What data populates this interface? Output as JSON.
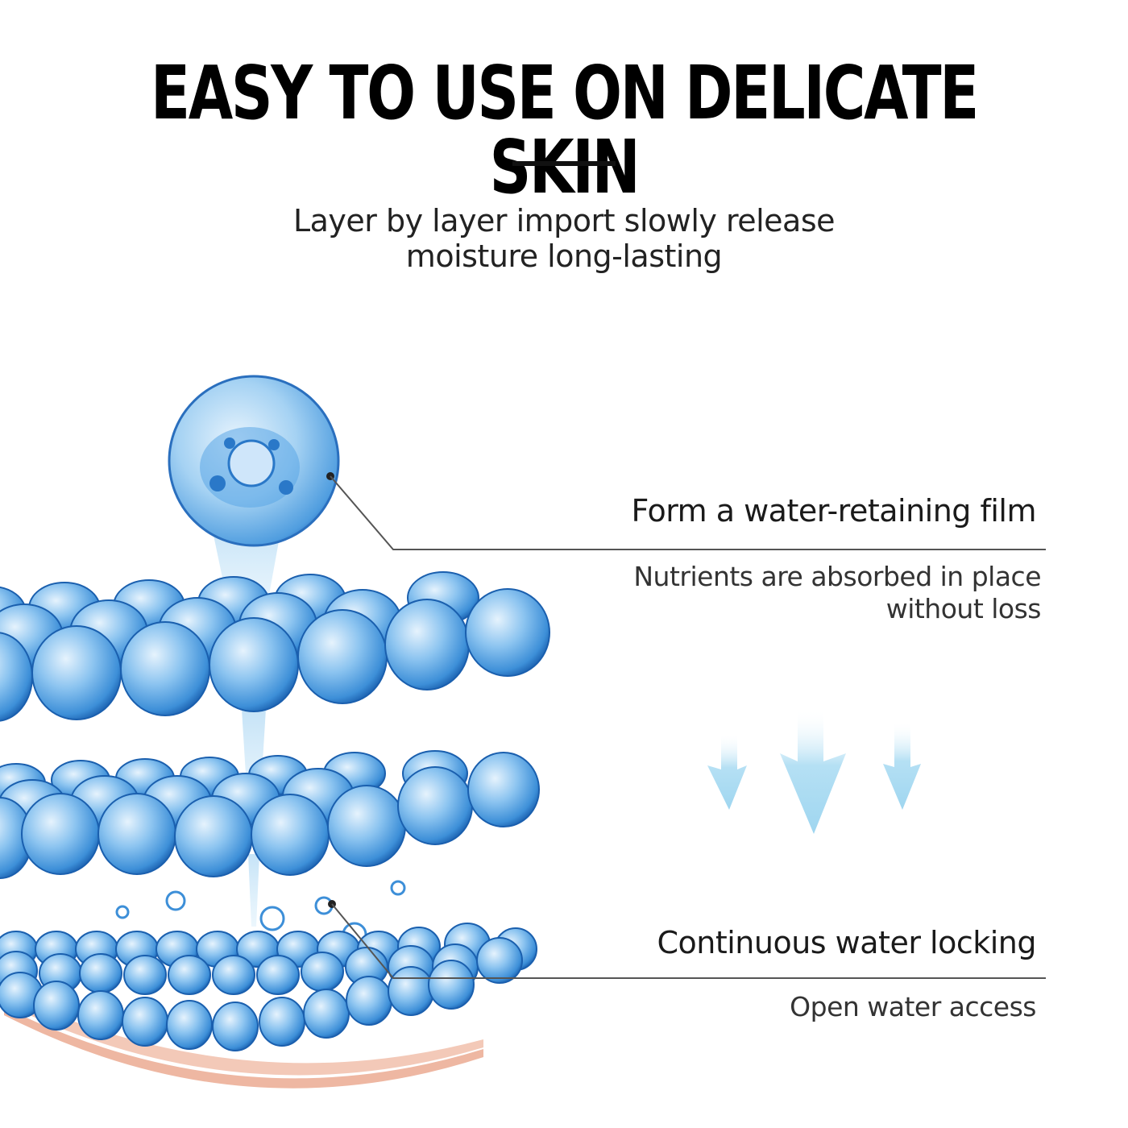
{
  "headline": "EASY TO USE ON DELICATE SKIN",
  "subtitle": {
    "line1": "Layer by layer import slowly release",
    "line2": "moisture long-lasting"
  },
  "callouts": [
    {
      "title": "Form a water-retaining film",
      "description_line1": "Nutrients are absorbed in place",
      "description_line2": "without loss"
    },
    {
      "title": "Continuous water locking",
      "description_line1": "Open water access"
    }
  ],
  "icons": {
    "water_sphere": "water-cell-sphere-icon",
    "down_arrows": "down-arrow-icon"
  },
  "colors": {
    "sphere_dark": "#1f6fc4",
    "sphere_mid": "#5aa6e6",
    "sphere_light": "#cfe6fa",
    "arrow": "#a9dcf2",
    "skin": "#f2c6b4",
    "text": "#1a1a1a"
  }
}
